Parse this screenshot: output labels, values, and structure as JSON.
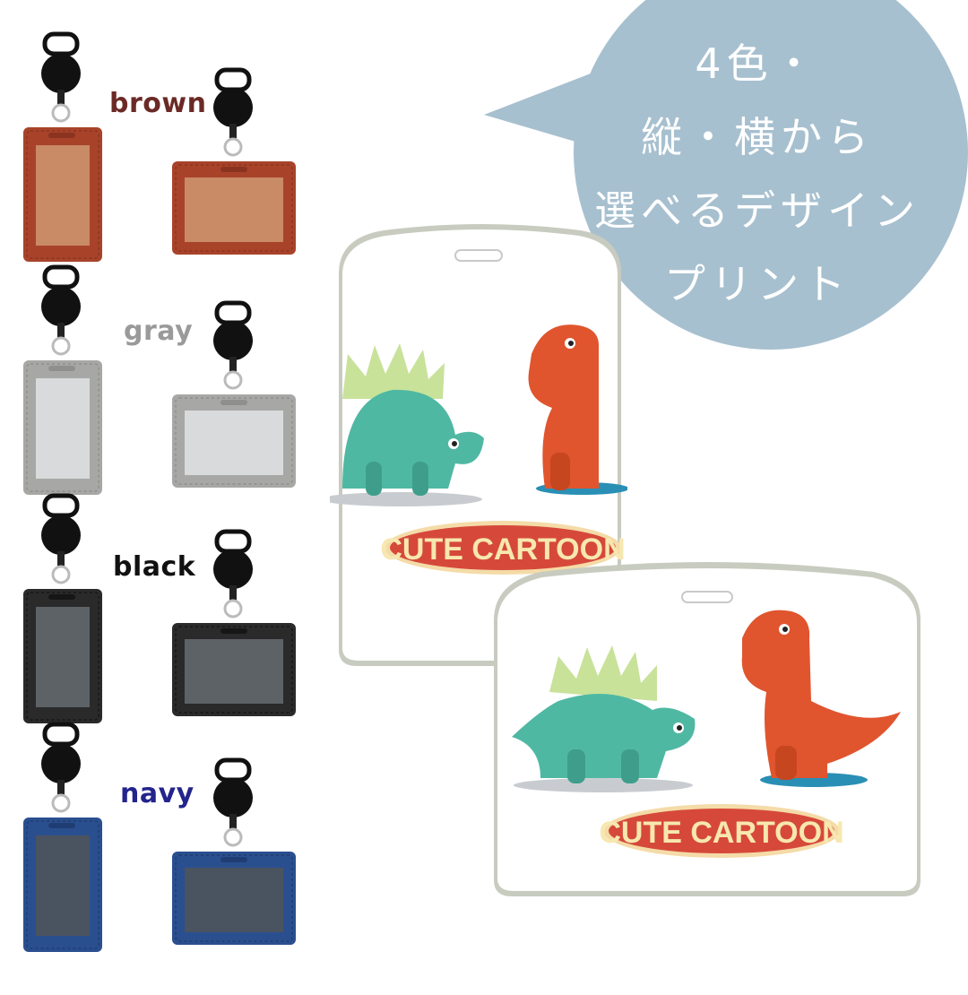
{
  "colors": [
    {
      "label": "brown",
      "text_color": "#6b2a26",
      "holder": "#a8432a",
      "holder_dark": "#8a3420",
      "window": "#c98a66"
    },
    {
      "label": "gray",
      "text_color": "#9a9a9a",
      "holder": "#a7a7a5",
      "holder_dark": "#8f8f8d",
      "window": "#d8dadb"
    },
    {
      "label": "black",
      "text_color": "#111111",
      "holder": "#2a2a2a",
      "holder_dark": "#161616",
      "window": "#5d6266"
    },
    {
      "label": "navy",
      "text_color": "#23248c",
      "holder": "#2a4f8f",
      "holder_dark": "#1f3d72",
      "window": "#4a5360"
    }
  ],
  "bubble": {
    "lines": [
      "4色・",
      "縦・横から",
      "選べるデザイン",
      "プリント"
    ],
    "color": "#a7c0cf"
  },
  "card": {
    "badge_text": "CUTE CARTOON",
    "badge_color": "#d6493a",
    "badge_text_color": "#f7e7b0",
    "stego_color": "#4fb8a3",
    "trex_color": "#e0552e"
  }
}
